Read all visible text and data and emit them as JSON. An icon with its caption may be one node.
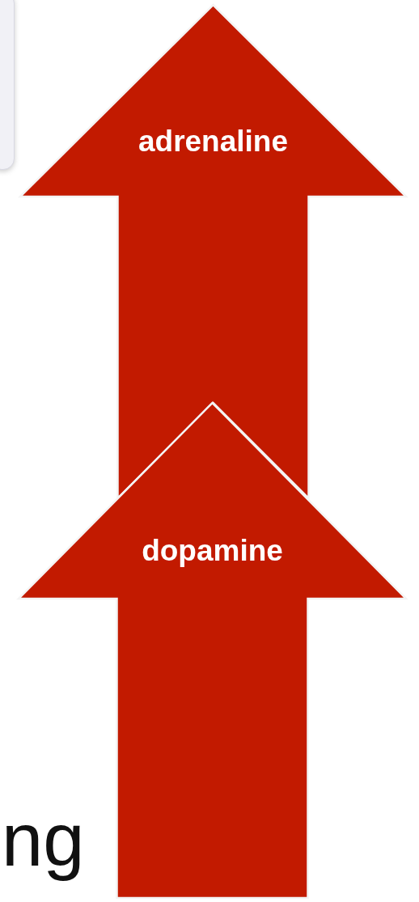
{
  "diagram": {
    "nodes": [
      {
        "text": [
          "adrenaline"
        ]
      },
      {
        "text": [
          "dopamine"
        ]
      }
    ],
    "labels": [
      "ng"
    ]
  }
}
